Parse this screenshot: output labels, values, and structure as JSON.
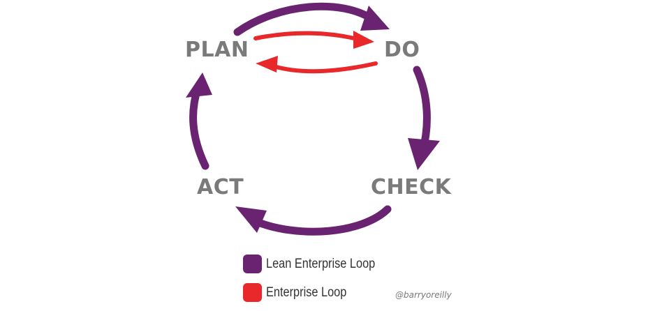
{
  "stages": {
    "plan": "PLAN",
    "do": "DO",
    "check": "CHECK",
    "act": "ACT"
  },
  "legend": {
    "lean_loop": {
      "label": "Lean Enterprise Loop",
      "color": "#6a2370"
    },
    "enterprise_loop": {
      "label": "Enterprise Loop",
      "color": "#e8282b"
    }
  },
  "colors": {
    "label_gray": "#7a7a7a"
  },
  "credit": "@barryoreilly"
}
